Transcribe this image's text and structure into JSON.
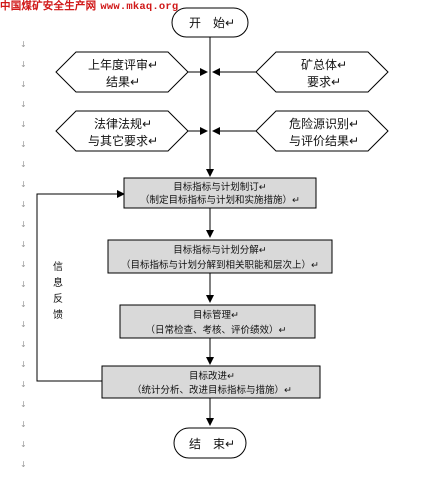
{
  "watermark": {
    "site_name": "中国煤矿安全生产网",
    "site_url": "www.mkaq.org",
    "color": "#d01818"
  },
  "margin_mark": "↓",
  "start": {
    "label": "开　始↵"
  },
  "inputs": {
    "left_top": [
      "上年度评审↵",
      "结果↵"
    ],
    "right_top": [
      "矿总体↵",
      "要求↵"
    ],
    "left_bottom": [
      "法律法规↵",
      "与其它要求↵"
    ],
    "right_bottom": [
      "危险源识别↵",
      "与评价结果↵"
    ]
  },
  "steps": [
    {
      "title": "目标指标与计划制订↵",
      "detail": "（制定目标指标与计划和实施措施）↵"
    },
    {
      "title": "目标指标与计划分解↵",
      "detail": "（目标指标与计划分解到相关职能和层次上）↵"
    },
    {
      "title": "目标管理↵",
      "detail": "（日常检查、考核、评价绩效）↵"
    },
    {
      "title": "目标改进↵",
      "detail": "（统计分析、改进目标指标与措施）↵"
    }
  ],
  "feedback": {
    "chars": [
      "信",
      "息",
      "反",
      "馈"
    ]
  },
  "end": {
    "label": "结　束↵"
  },
  "colors": {
    "process_fill": "#d9d9d9",
    "input_fill": "#ffffff",
    "stroke": "#000000"
  }
}
